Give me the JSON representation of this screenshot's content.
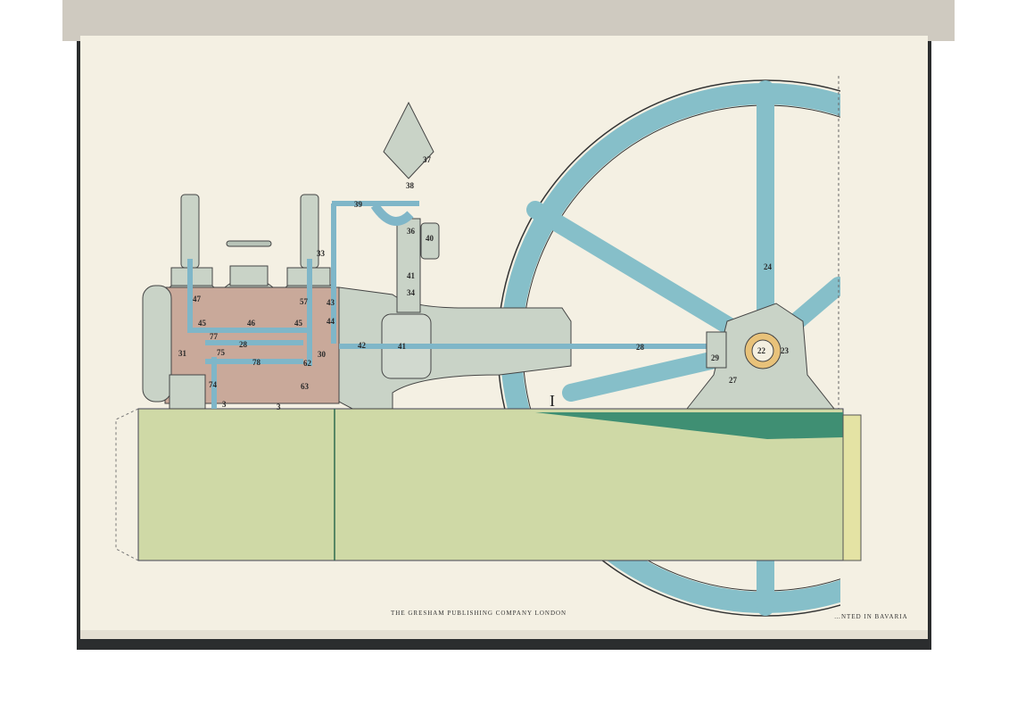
{
  "footer": {
    "publisher": "THE GRESHAM PUBLISHING COMPANY LONDON",
    "printed": "…NTED IN BAVARIA"
  },
  "plate": {
    "number": "I",
    "part_labels": {
      "p47": "47",
      "p57": "57",
      "p43": "43",
      "p45a": "45",
      "p45b": "45",
      "p46": "46",
      "p44": "44",
      "p77": "77",
      "p28a": "28",
      "p31": "31",
      "p75": "75",
      "p78": "78",
      "p30": "30",
      "p62": "62",
      "p74": "74",
      "p63": "63",
      "p3a": "3",
      "p3b": "3",
      "p33": "33",
      "p39": "39",
      "p38": "38",
      "p37": "37",
      "p36": "36",
      "p40": "40",
      "p41a": "41",
      "p34": "34",
      "p42": "42",
      "p41b": "41",
      "p28b": "28",
      "p29": "29",
      "p27": "27",
      "p22": "22",
      "p23": "23",
      "p24": "24"
    }
  },
  "colors": {
    "page": "#f4f0e3",
    "steel_blue": "#7fb6c8",
    "iron_gray": "#c9d3c7",
    "cylinder": "#c9a99a",
    "base_green": "#cfd9a6",
    "dark_green": "#3f8f73"
  }
}
